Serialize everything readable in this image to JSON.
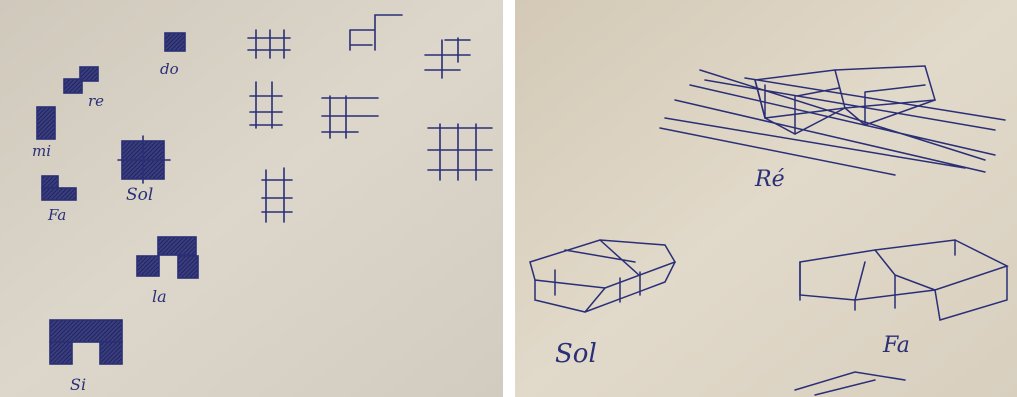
{
  "left_sketch": {
    "labels": [
      "do",
      "re",
      "mi",
      "Fa",
      "Sol",
      "la",
      "Si"
    ]
  },
  "right_sketch": {
    "labels": [
      "Ré",
      "Sol",
      "Fa"
    ]
  },
  "colors": {
    "ink": "#2a2f77",
    "paper_left": "#d9d2c6",
    "paper_right": "#ddd4c4"
  }
}
